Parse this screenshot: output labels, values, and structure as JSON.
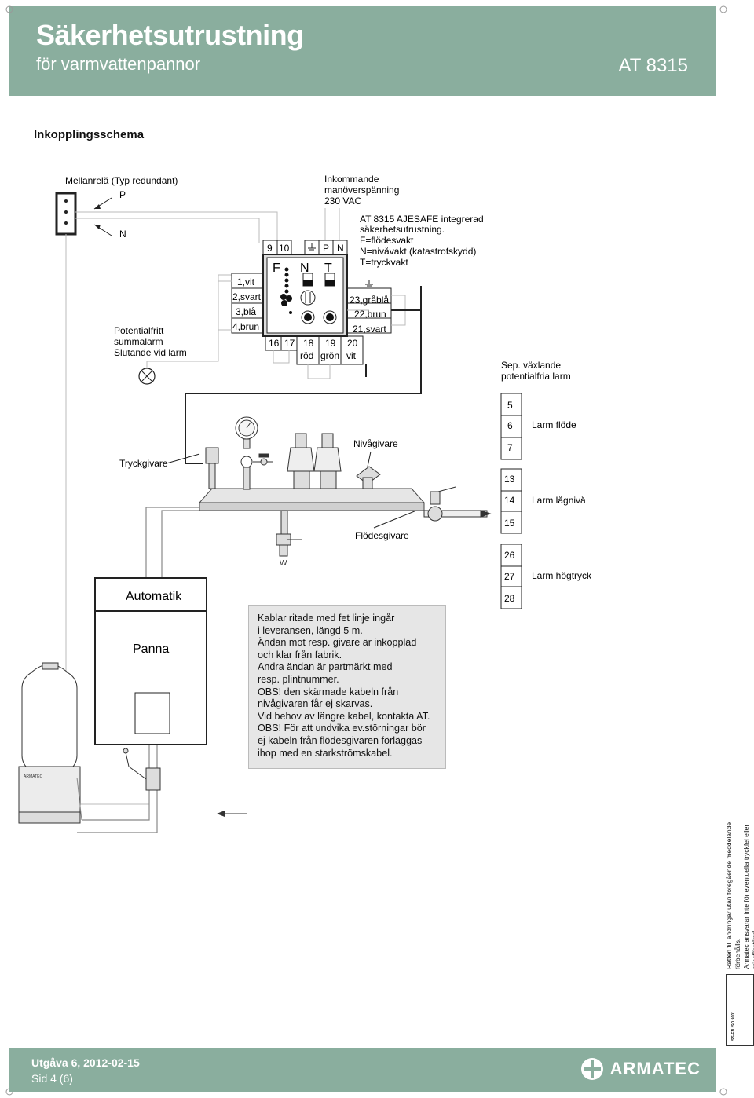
{
  "header": {
    "title": "Säkerhetsutrustning",
    "subtitle": "för varmvattenpannor",
    "model": "AT 8315"
  },
  "section_title": "Inkopplingsschema",
  "relay": {
    "title": "Mellanrelä (Typ redundant)",
    "p": "P",
    "n": "N"
  },
  "summalarm": {
    "line1": "Potentialfritt",
    "line2": "summalarm",
    "line3": "Slutande vid larm"
  },
  "incoming": {
    "line1": "Inkommande",
    "line2": "manöverspänning",
    "line3": "230 VAC"
  },
  "unit_desc": {
    "line1": "AT 8315 AJESAFE integrerad",
    "line2": "säkerhetsutrustning.",
    "line3": "F=flödesvakt",
    "line4": "N=nivåvakt (katastrofskydd)",
    "line5": "T=tryckvakt"
  },
  "terminals": {
    "t9": "9",
    "t10": "10",
    "tp": "P",
    "tn": "N",
    "f": "F",
    "n": "N",
    "t": "T",
    "left": [
      "1,vit",
      "2,svart",
      "3,blå",
      "4,brun"
    ],
    "right": [
      "23,gråblå",
      "22,brun",
      "21,svart"
    ],
    "bottom": [
      "16",
      "17",
      "18",
      "19",
      "20"
    ],
    "bottom_colors": [
      "röd",
      "grön",
      "vit"
    ]
  },
  "sep_alarms": {
    "line1": "Sep. växlande",
    "line2": "potentialfria larm"
  },
  "alarm_numbers": [
    "5",
    "6",
    "7",
    "13",
    "14",
    "15",
    "26",
    "27",
    "28"
  ],
  "alarm_labels": {
    "flow": "Larm flöde",
    "low": "Larm lågnivå",
    "high": "Larm högtryck"
  },
  "components": {
    "pressure": "Tryckgivare",
    "level": "Nivågivare",
    "flow": "Flödesgivare"
  },
  "boiler": {
    "top": "Automatik",
    "body": "Panna"
  },
  "note": "Kablar ritade med fet linje ingår\ni leveransen, längd 5 m.\nÄndan mot resp. givare är inkopplad\noch klar från fabrik.\nAndra ändan är partmärkt med\nresp. plintnummer.\nOBS! den skärmade kabeln från\nnivågivaren får ej skarvas.\nVid behov av längre kabel, kontakta AT.\nOBS! För att undvika ev.störningar bör\nej kabeln från flödesgivaren förläggas\nihop med en starkströmskabel.",
  "footer": {
    "edition": "Utgåva 6, 2012-02-15",
    "page": "Sid  4 (6)",
    "brand": "ARMATEC"
  },
  "side_note": "Rätten till ändringar utan föregående meddelande förbehålls.\nArmatec ansvarar inte för eventuella tryckfel eller missförstånd.\nDokumentet får kopieras endast i sin helhet.",
  "cert": "SS-EN ISO 9001",
  "tank_logo": "ARMATEC",
  "colors": {
    "header_bg": "#8aae9e",
    "note_bg": "#e6e6e6"
  }
}
